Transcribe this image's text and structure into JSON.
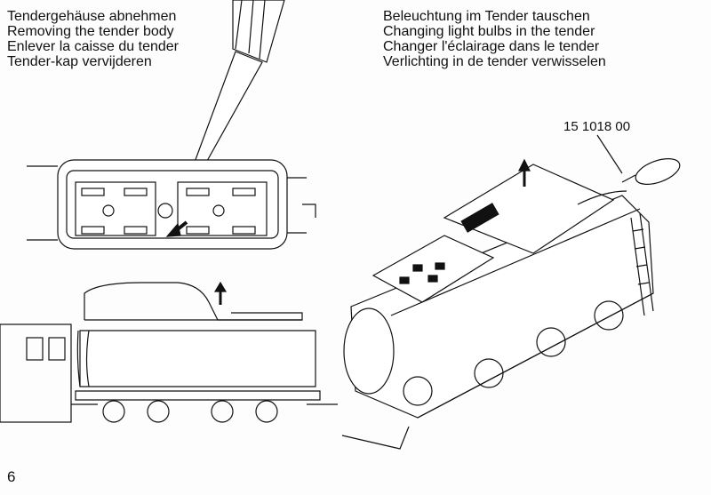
{
  "left_section": {
    "lines": [
      "Tendergehäuse abnehmen",
      "Removing the tender body",
      "Enlever la caisse du tender",
      "Tender-kap vervijderen"
    ]
  },
  "right_section": {
    "lines": [
      "Beleuchtung im Tender tauschen",
      "Changing light bulbs in the tender",
      "Changer l'éclairage dans le tender",
      "Verlichting in de tender verwisselen"
    ],
    "part_number": "15 1018 00"
  },
  "page_number": "6"
}
